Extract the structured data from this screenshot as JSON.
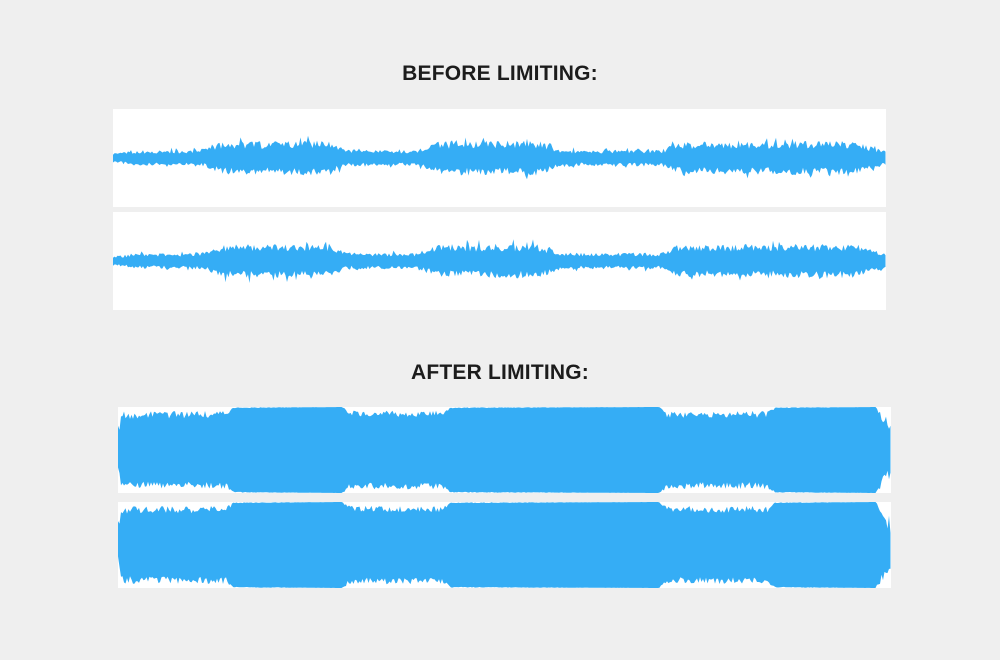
{
  "before": {
    "title": "BEFORE LIMITING:",
    "label": "before-limiting",
    "envelope": [
      [
        0.0,
        0.1
      ],
      [
        0.03,
        0.16
      ],
      [
        0.08,
        0.16
      ],
      [
        0.12,
        0.19
      ],
      [
        0.14,
        0.34
      ],
      [
        0.28,
        0.36
      ],
      [
        0.3,
        0.18
      ],
      [
        0.39,
        0.16
      ],
      [
        0.42,
        0.34
      ],
      [
        0.55,
        0.36
      ],
      [
        0.58,
        0.17
      ],
      [
        0.71,
        0.17
      ],
      [
        0.73,
        0.33
      ],
      [
        0.96,
        0.36
      ],
      [
        1.0,
        0.14
      ]
    ],
    "tracks": [
      "left-channel",
      "right-channel"
    ]
  },
  "after": {
    "title": "AFTER LIMITING:",
    "label": "after-limiting",
    "envelope": [
      [
        0.0,
        0.4
      ],
      [
        0.005,
        0.8
      ],
      [
        0.14,
        0.82
      ],
      [
        0.15,
        0.98
      ],
      [
        0.29,
        1.0
      ],
      [
        0.3,
        0.83
      ],
      [
        0.42,
        0.83
      ],
      [
        0.43,
        0.98
      ],
      [
        0.7,
        1.0
      ],
      [
        0.71,
        0.82
      ],
      [
        0.84,
        0.82
      ],
      [
        0.85,
        0.98
      ],
      [
        0.98,
        1.0
      ],
      [
        1.0,
        0.4
      ]
    ],
    "tracks": [
      "left-channel",
      "right-channel"
    ]
  },
  "colors": {
    "waveform": "#35adf5",
    "background": "#efefef",
    "track": "#ffffff",
    "text": "#1c1c1c"
  }
}
